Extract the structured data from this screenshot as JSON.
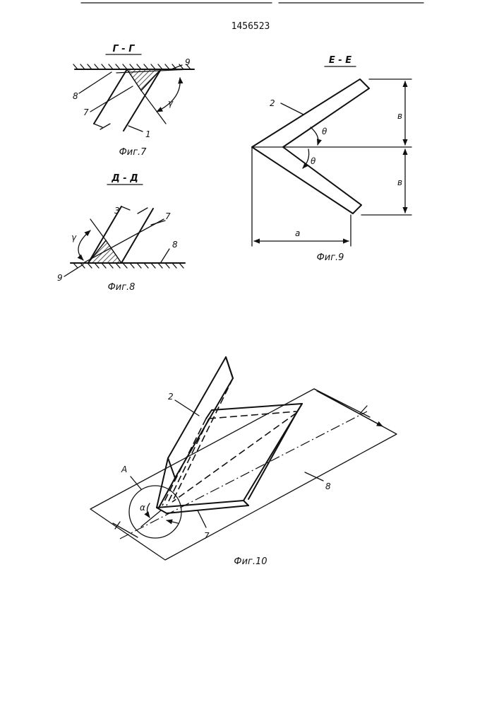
{
  "document": {
    "number": "1456523"
  },
  "fig7": {
    "section_title": "Г - Г",
    "caption": "Фиг.7",
    "labels": {
      "l9": "9",
      "l8": "8",
      "l7": "7",
      "l1": "1",
      "angle": "γ"
    }
  },
  "fig8": {
    "section_title": "Д - Д",
    "caption": "Фиг.8",
    "labels": {
      "l3": "3",
      "l7": "7",
      "l8": "8",
      "l9": "9",
      "angle": "γ"
    }
  },
  "fig9": {
    "section_title": "Е - Е",
    "caption": "Фиг.9",
    "labels": {
      "l2": "2",
      "theta1": "θ",
      "theta2": "θ",
      "b1": "в",
      "b2": "в",
      "a": "a"
    }
  },
  "fig10": {
    "caption": "Фиг.10",
    "labels": {
      "l2": "2",
      "A": "A",
      "alpha": "α",
      "l8": "8",
      "l7": "7"
    }
  },
  "colors": {
    "ink": "#111111",
    "paper": "#ffffff"
  }
}
